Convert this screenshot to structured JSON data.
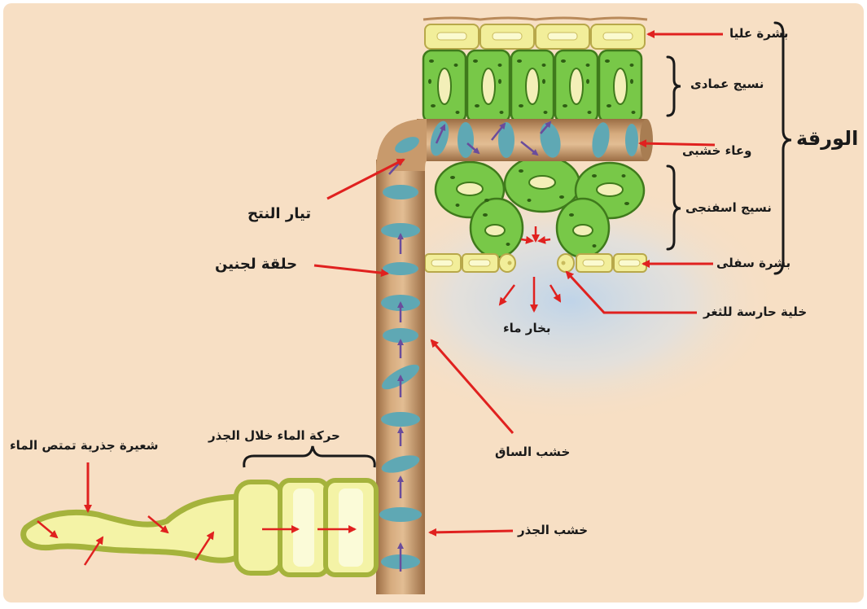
{
  "labels": {
    "upper_epidermis": "بشرة عليا",
    "palisade": "نسيج عمادى",
    "xylem_vessel": "وعاء خشبى",
    "spongy": "نسيج اسفنجى",
    "lower_epidermis": "بشرة سفلى",
    "guard_cell": "خلية حارسة للثغر",
    "water_vapor": "بخار ماء",
    "leaf": "الورقة",
    "transpiration_stream": "تيار النتح",
    "lignin_ring": "حلقة لجنين",
    "stem_xylem": "خشب الساق",
    "root_hair": "شعيرة جذرية تمتص الماء",
    "root_water_movement": "حركة الماء خلال الجذر",
    "root_xylem": "خشب الجذر"
  },
  "colors": {
    "background": "#f7dfc4",
    "xylem_tube": "#c89a6c",
    "lignin_ring": "#5fa8b4",
    "palisade_cell": "#78c848",
    "epidermis_cell": "#f2ee9a",
    "label_arrow": "#e0211f",
    "flow_arrow": "#6a4c9c",
    "root_cell": "#f4f3a6",
    "root_outline": "#a5b33c"
  }
}
